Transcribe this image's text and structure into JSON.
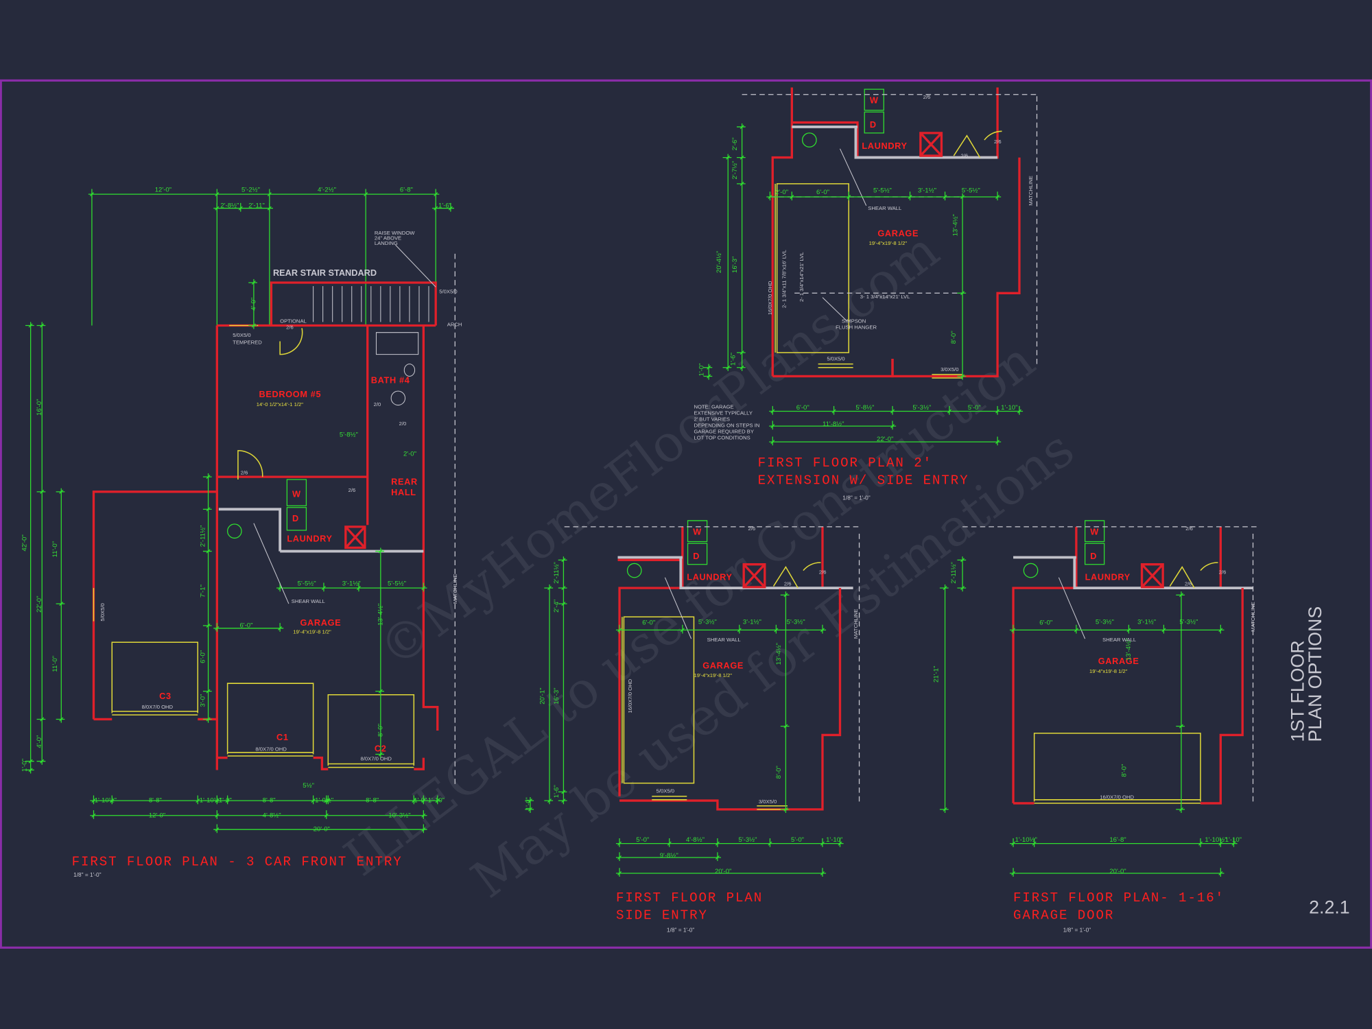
{
  "colors": {
    "background": "#262a3c",
    "frame": "#8a2da8",
    "walls": "#e0202a",
    "dimensions": "#2fe02f",
    "doors": "#e0d838",
    "notes": "#c9c9d2"
  },
  "sheet": {
    "side_title_line1": "1ST FLOOR",
    "side_title_line2": "PLAN OPTIONS",
    "sheet_number": "2.2.1"
  },
  "watermark": [
    "©MyHomeFloorPlans.com",
    "ILLEGAL to use for Construction",
    "May be used for Estimations"
  ],
  "plans": [
    {
      "title_lines": [
        "FIRST FLOOR PLAN - 3 CAR FRONT ENTRY"
      ],
      "scale": "1/8\" = 1'-0\"",
      "labels": [
        "12'-0\"",
        "5'-2½\"",
        "4'-2½\"",
        "6'-8\"",
        "2'-8½\"",
        "2'-11\"",
        "1'-6\"",
        "RAISE WINDOW",
        "24\" ABOVE",
        "LANDING",
        "REAR STAIR STANDARD",
        "5/0X5/0",
        "ARCH",
        "OPTIONAL",
        "2/6",
        "5/0X5/0",
        "TEMPERED",
        "BEDROOM #5",
        "14'-0 1/2\"x14'-1 1/2\"",
        "BATH #4",
        "2/0",
        "2/0",
        "5'-8½\"",
        "2'-0\"",
        "2/6",
        "2/6",
        "REAR",
        "HALL",
        "W",
        "D",
        "LAUNDRY",
        "5'-5½\"",
        "3'-1½\"",
        "5'-5½\"",
        "SHEAR WALL",
        "GARAGE",
        "19'-4\"x19'-8 1/2\"",
        "6'-0\"",
        "MATCHLINE",
        "16'-0\"",
        "42'-0\"",
        "22'-0\"",
        "11'-0\"",
        "11'-0\"",
        "4'-0\"",
        "1'-0\"",
        "5/0X5/0",
        "7'-1\"",
        "6'-0\"",
        "3'-0\"",
        "13'-4½\"",
        "8'-0\"",
        "2'-11½\"",
        "4'-0\"",
        "C3",
        "8/0X7/0 OHD",
        "C1",
        "8/0X7/0 OHD",
        "C2",
        "8/0X7/0 OHD",
        "5½\"",
        "1'-10½\"",
        "8'-8\"",
        "1'-10½\"",
        "1'-0\"",
        "8'-8\"",
        "1'-0½\"",
        "8'-8\"",
        "1'-0\"",
        "1'-10\"",
        "12'-0\"",
        "4'-8½\"",
        "10'-3½\"",
        "20'-0\""
      ]
    },
    {
      "title_lines": [
        "FIRST FLOOR PLAN 2'",
        "EXTENSION W/ SIDE ENTRY"
      ],
      "scale": "1/8\" = 1'-0\"",
      "labels": [
        "2/6",
        "W",
        "D",
        "LAUNDRY",
        "2/6",
        "2/6",
        "2'-6\"",
        "2'-7½\"",
        "2'-0\"",
        "6'-0\"",
        "5'-5½\"",
        "3'-1½\"",
        "5'-5½\"",
        "SHEAR WALL",
        "GARAGE",
        "19'-4\"x19'-8 1/2\"",
        "13'-4½\"",
        "20'-4½\"",
        "16'-3\"",
        "16/0X7/0 OHD",
        "2- 1 3/4\"x11 7/8\"x16' LVL",
        "2- 1 3/4\"x14\"x21' LVL",
        "3- 1 3/4\"x14\"x21' LVL",
        "SIMPSON",
        "FLUSH HANGER",
        "8'-0\"",
        "1'-6\"",
        "1'-0\"",
        "5/0X5/0",
        "3/0X5/0",
        "MATCHLINE",
        "NOTE: GARAGE",
        "EXTENSIVE TYPICALLY",
        "2' BUT VARIES",
        "DEPENDING ON STEPS IN",
        "GARAGE REQUIRED BY",
        "LOT TOP CONDITIONS",
        "6'-0\"",
        "5'-8½\"",
        "5'-3½\"",
        "5'-0\"",
        "1'-10\"",
        "11'-8½\"",
        "22'-0\""
      ]
    },
    {
      "title_lines": [
        "FIRST FLOOR PLAN",
        "SIDE ENTRY"
      ],
      "scale": "1/8\" = 1'-0\"",
      "labels": [
        "2/6",
        "W",
        "D",
        "LAUNDRY",
        "2/6",
        "2/6",
        "2'-11½\"",
        "2'-4\"",
        "6'-0\"",
        "5'-3½\"",
        "3'-1½\"",
        "5'-3½\"",
        "SHEAR WALL",
        "GARAGE",
        "19'-4\"x19'-8 1/2\"",
        "13'-4½\"",
        "20'-1\"",
        "16'-3\"",
        "16/0X7/0 OHD",
        "8'-0\"",
        "1'-6\"",
        "1'-0\"",
        "5/0X5/0",
        "3/0X5/0",
        "MATCHLINE",
        "5'-0\"",
        "4'-8½\"",
        "5'-3½\"",
        "5'-0\"",
        "1'-10\"",
        "9'-8½\"",
        "20'-0\""
      ]
    },
    {
      "title_lines": [
        "FIRST FLOOR PLAN- 1-16'",
        "GARAGE DOOR"
      ],
      "scale": "1/8\" = 1'-0\"",
      "labels": [
        "2/6",
        "W",
        "D",
        "LAUNDRY",
        "2/6",
        "2/6",
        "2'-11½\"",
        "6'-0\"",
        "5'-3½\"",
        "3'-1½\"",
        "5'-3½\"",
        "SHEAR WALL",
        "GARAGE",
        "19'-4\"x19'-8 1/2\"",
        "13'-4½\"",
        "21'-1\"",
        "8'-0\"",
        "16/0X7/0 OHD",
        "MATCHLINE",
        "1'-10½\"",
        "16'-8\"",
        "1'-10½\"",
        "1'-10\"",
        "20'-0\""
      ]
    }
  ]
}
